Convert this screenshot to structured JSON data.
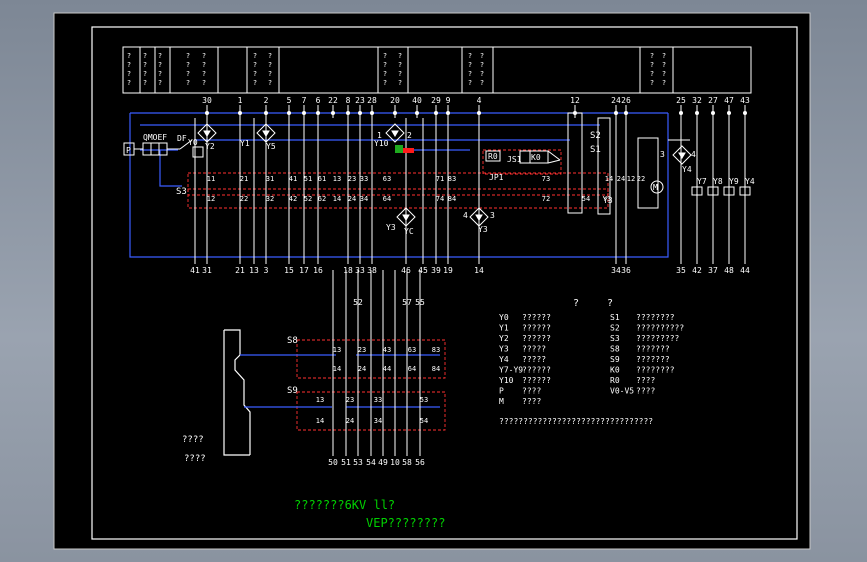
{
  "drawing": {
    "colors": {
      "background": "#000000",
      "line": "#ffffff",
      "bus": "#3a5cff",
      "device": "#ff3030",
      "highlight_red": "#ff1a1a",
      "highlight_green": "#1faa1f",
      "title": "#00d000"
    },
    "top_terminals": [
      "30",
      "1",
      "2",
      "5",
      "7",
      "6",
      "22",
      "8",
      "23",
      "28",
      "20",
      "40",
      "29",
      "9",
      "4",
      "12",
      "24",
      "26",
      "25",
      "32",
      "27",
      "47",
      "43"
    ],
    "bottom_terminals": [
      "41",
      "31",
      "21",
      "13",
      "3",
      "15",
      "17",
      "16",
      "18",
      "33",
      "38",
      "46",
      "45",
      "39",
      "19",
      "14",
      "34",
      "36",
      "35",
      "42",
      "37",
      "48",
      "44"
    ],
    "lower_terminals_top": [
      "52",
      "57",
      "55"
    ],
    "lower_terminals_bottom": [
      "50",
      "51",
      "53",
      "54",
      "49",
      "10",
      "58",
      "56"
    ],
    "contacts_row1": [
      "11",
      "21",
      "31",
      "41",
      "51",
      "61",
      "13",
      "23",
      "33",
      "63",
      "71",
      "83",
      "73",
      "14",
      "24",
      "12",
      "22"
    ],
    "contacts_row2": [
      "12",
      "22",
      "32",
      "42",
      "52",
      "62",
      "14",
      "24",
      "34",
      "64",
      "74",
      "84",
      "72",
      "54",
      "Y3"
    ],
    "contacts_s8_top": [
      "13",
      "23",
      "43",
      "63",
      "83"
    ],
    "contacts_s8_bot": [
      "14",
      "24",
      "44",
      "64",
      "84"
    ],
    "contacts_s9_top": [
      "13",
      "23",
      "33",
      "53"
    ],
    "contacts_s9_bot": [
      "14",
      "24",
      "34",
      "54"
    ],
    "device_labels": {
      "p": "P",
      "qmoef": "QMOEF",
      "df": "DF",
      "s3": "S3",
      "s2": "S2",
      "s1": "S1",
      "s8": "S8",
      "s9": "S9",
      "y0": "Y0",
      "y1": "Y1",
      "y2": "Y2",
      "y3": "Y3",
      "y4": "Y4",
      "y5": "Y5",
      "y10": "Y10",
      "y3b": "Y3",
      "y3c": "Y3",
      "yc": "YC",
      "y4b": "Y4",
      "k0": "K0",
      "r0": "R0",
      "js1": "JS1",
      "jp1": "JP1",
      "m": "M",
      "y7": "Y7",
      "y8": "Y8",
      "y9": "Y9",
      "y4c": "Y4",
      "c3": "3",
      "c4": "4",
      "c1": "1",
      "c2": "2",
      "c3b": "3",
      "c4b": "4",
      "mech_a": "????",
      "mech_b": "????"
    },
    "legend": {
      "headings": [
        "?",
        "?"
      ],
      "left": [
        {
          "code": "Y0",
          "text": "??????"
        },
        {
          "code": "Y1",
          "text": "??????"
        },
        {
          "code": "Y2",
          "text": "??????"
        },
        {
          "code": "Y3",
          "text": "?????"
        },
        {
          "code": "Y4",
          "text": "?????"
        },
        {
          "code": "Y7-Y9",
          "text": "??????"
        },
        {
          "code": "Y10",
          "text": "??????"
        },
        {
          "code": "P",
          "text": "????"
        },
        {
          "code": "M",
          "text": "????"
        }
      ],
      "right": [
        {
          "code": "S1",
          "text": "????????"
        },
        {
          "code": "S2",
          "text": "??????????"
        },
        {
          "code": "S3",
          "text": "?????????"
        },
        {
          "code": "S8",
          "text": "???????"
        },
        {
          "code": "S9",
          "text": "???????"
        },
        {
          "code": "K0",
          "text": "????????"
        },
        {
          "code": "R0",
          "text": "????"
        },
        {
          "code": "V0-V5",
          "text": "????"
        }
      ],
      "note": "????????????????????????????????"
    },
    "title_line1": "???????6KV ll?",
    "title_line2": "VEP????????"
  }
}
